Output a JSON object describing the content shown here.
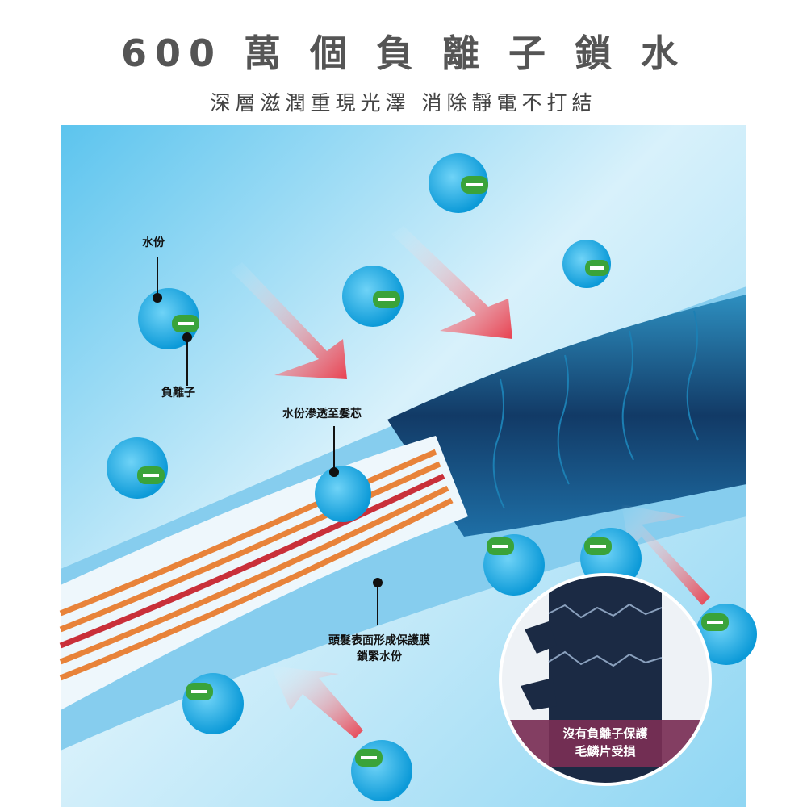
{
  "header": {
    "title": "600 萬 個 負 離 子 鎖 水",
    "subtitle": "深層滋潤重現光澤 消除靜電不打結"
  },
  "diagram": {
    "labels": {
      "water": "水份",
      "negative_ion": "負離子",
      "penetrate": "水份滲透至髮芯",
      "film_line1": "頭髮表面形成保護膜",
      "film_line2": "鎖緊水份"
    },
    "inset": {
      "line1": "沒有負離子保護",
      "line2": "毛鱗片受損"
    },
    "colors": {
      "ion": "#1aa6e0",
      "minus_badge": "#3aa33a",
      "arrow": "#e8404f",
      "inset_band": "#7a2f55"
    }
  }
}
